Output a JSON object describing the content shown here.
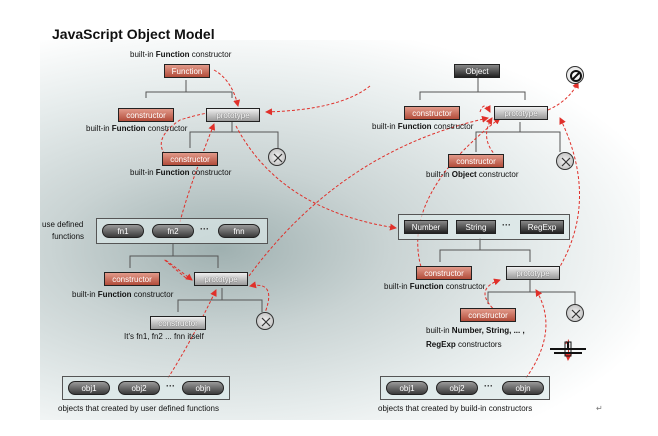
{
  "title": "JavaScript Object Model",
  "nodes": {
    "function_box": "Function",
    "object_box": "Object",
    "constructor": "constructor",
    "prototype": "prototype",
    "fn1": "fn1",
    "fn2": "fn2",
    "fnn": "fnn",
    "dots": "···",
    "number": "Number",
    "string": "String",
    "regexp": "RegExp",
    "obj1": "obj1",
    "obj2": "obj2",
    "objn": "objn"
  },
  "labels": {
    "builtin_function_constructor_prefix": "built-in ",
    "function_word": "Function",
    "constructor_suffix": " constructor",
    "object_word": "Object",
    "user_defined_functions_line1": "use defined",
    "user_defined_functions_line2": "functions",
    "its_fn_itself": "It's fn1, fn2 ... fnn itself",
    "builtin_number_line1_prefix": "built-in ",
    "builtin_number_line1_bold": "Number, String, ... ,",
    "builtin_number_line2_bold": "RegExp",
    "builtin_number_line2_suffix": " constructors",
    "objects_user_defined": "objects that created by user defined functions",
    "objects_builtin": "objects that created by build-in constructors",
    "return_mark": "↵"
  },
  "colors": {
    "arrow_red": "#e0302a",
    "line_gray": "#555555"
  },
  "icons": {
    "null_icon": "null-icon",
    "cross_circle": "cross-circle-icon",
    "ground": "ground-icon"
  }
}
